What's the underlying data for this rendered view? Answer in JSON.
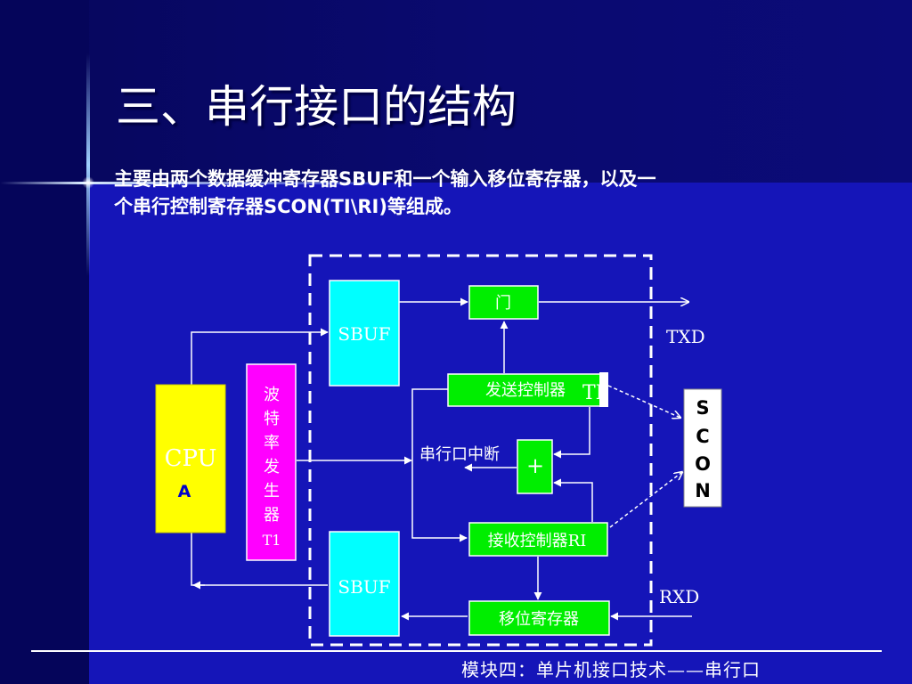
{
  "slide": {
    "title": "三、串行接口的结构",
    "intro": {
      "line1_a": "主要由两个数据缓冲寄存器",
      "line1_b": "SBUF",
      "line1_c": "和一个输入移位寄存器，以及一",
      "line2_a": "个串行控制寄存器",
      "line2_b": "SCON(TI\\RI)",
      "line2_c": "等组成。"
    },
    "footer": "模块四：单片机接口技术——串行口"
  },
  "diagram": {
    "cpu": {
      "label": "CPU",
      "sublabel": "A"
    },
    "baud_generator": {
      "chars": [
        "波",
        "特",
        "率",
        "发",
        "生",
        "器",
        "T1"
      ]
    },
    "sbuf_top": "SBUF",
    "sbuf_bottom": "SBUF",
    "gate": "门",
    "send_controller": "发送控制器",
    "ti": "TI",
    "or_gate": "+",
    "interrupt_label": "串行口中断",
    "receive_controller": "接收控制器RI",
    "shift_register": "移位寄存器",
    "txd": "TXD",
    "rxd": "RXD",
    "scon": {
      "chars": [
        "S",
        "C",
        "O",
        "N"
      ]
    },
    "colors": {
      "cpu_fill": "#ffff00",
      "baud_fill": "#ff00ff",
      "sbuf_fill": "#00ffff",
      "control_fill": "#00ee00",
      "scon_fill": "#ffffff",
      "line": "#ffffff"
    }
  }
}
